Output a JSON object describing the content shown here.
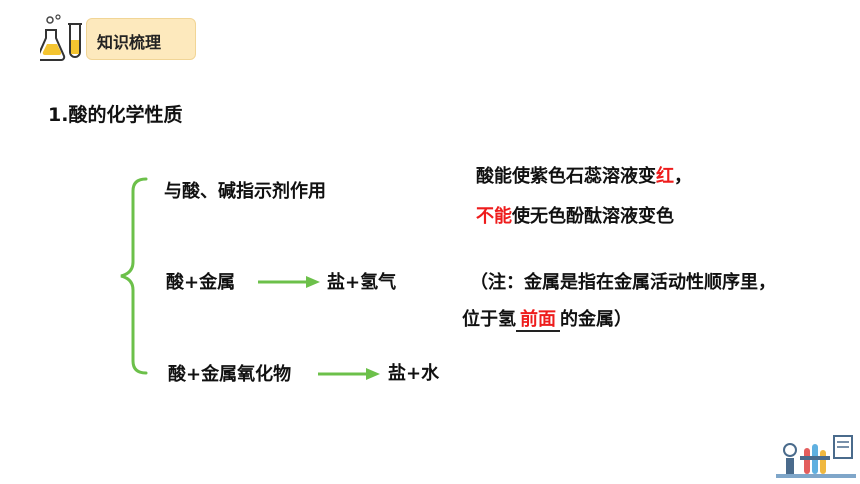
{
  "header": {
    "tag_label": "知识梳理",
    "icon": "chemistry-flasks-icon"
  },
  "section": {
    "title": "1.酸的化学性质"
  },
  "properties": [
    {
      "left": "与酸、碱指示剂作用",
      "result": "",
      "arrow": false
    },
    {
      "left": "酸+金属",
      "result": "盐+氢气",
      "arrow": true
    },
    {
      "left": "酸+金属氧化物",
      "result": "盐+水",
      "arrow": true
    }
  ],
  "indicator_note": {
    "line1_prefix": "酸能使紫色石蕊溶液变",
    "line1_red": "红",
    "line1_suffix": "，",
    "line2_red": "不能",
    "line2_suffix": "使无色酚酞溶液变色"
  },
  "metal_note": {
    "line1": "（注：金属是指在金属活动性顺序里，",
    "line2_prefix": "位于氢",
    "line2_blank": "前面",
    "line2_suffix": "的金属）"
  },
  "colors": {
    "accent_green": "#6cc04a",
    "highlight_red": "#ee1c1c",
    "tag_bg": "#fde9bd"
  },
  "corner": {
    "icon": "lab-equipment-icon"
  }
}
